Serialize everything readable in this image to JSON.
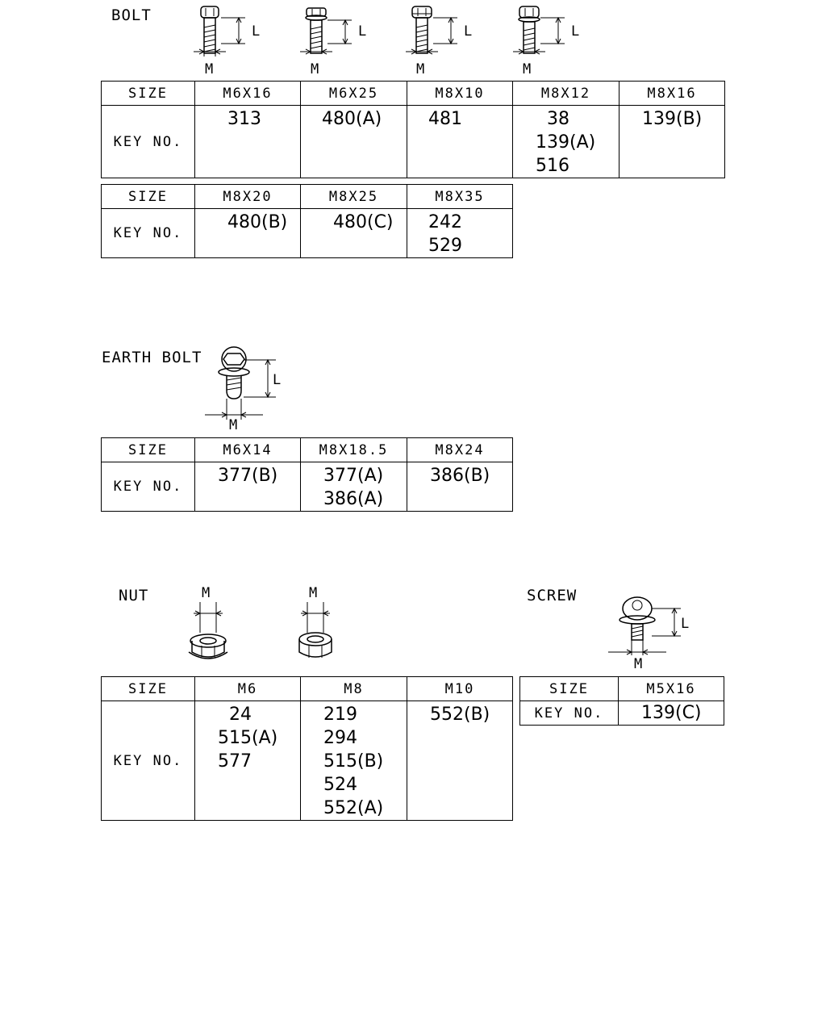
{
  "bolt": {
    "title": "BOLT",
    "dim_length": "L",
    "dim_diameter": "M",
    "table1": {
      "size_label": "SIZE",
      "key_label": "KEY NO.",
      "sizes": [
        "M6X16",
        "M6X25",
        "M8X10",
        "M8X12",
        "M8X16"
      ],
      "keys": [
        [
          "313"
        ],
        [
          "480(A)"
        ],
        [
          "481"
        ],
        [
          "38",
          "139(A)",
          "516"
        ],
        [
          "139(B)"
        ]
      ]
    },
    "table2": {
      "size_label": "SIZE",
      "key_label": "KEY NO.",
      "sizes": [
        "M8X20",
        "M8X25",
        "M8X35"
      ],
      "keys": [
        [
          "480(B)"
        ],
        [
          "480(C)"
        ],
        [
          "242",
          "529"
        ]
      ]
    }
  },
  "earth_bolt": {
    "title": "EARTH BOLT",
    "dim_length": "L",
    "dim_diameter": "M",
    "table": {
      "size_label": "SIZE",
      "key_label": "KEY NO.",
      "sizes": [
        "M6X14",
        "M8X18.5",
        "M8X24"
      ],
      "keys": [
        [
          "377(B)"
        ],
        [
          "377(A)",
          "386(A)"
        ],
        [
          "386(B)"
        ]
      ]
    }
  },
  "nut": {
    "title": "NUT",
    "dim_diameter": "M",
    "table": {
      "size_label": "SIZE",
      "key_label": "KEY NO.",
      "sizes": [
        "M6",
        "M8",
        "M10"
      ],
      "keys": [
        [
          "24",
          "515(A)",
          "577"
        ],
        [
          "219",
          "294",
          "515(B)",
          "524",
          "552(A)"
        ],
        [
          "552(B)"
        ]
      ]
    }
  },
  "screw": {
    "title": "SCREW",
    "dim_length": "L",
    "dim_diameter": "M",
    "table": {
      "size_label": "SIZE",
      "key_label": "KEY NO.",
      "sizes": [
        "M5X16"
      ],
      "keys": [
        [
          "139(C)"
        ]
      ]
    }
  }
}
